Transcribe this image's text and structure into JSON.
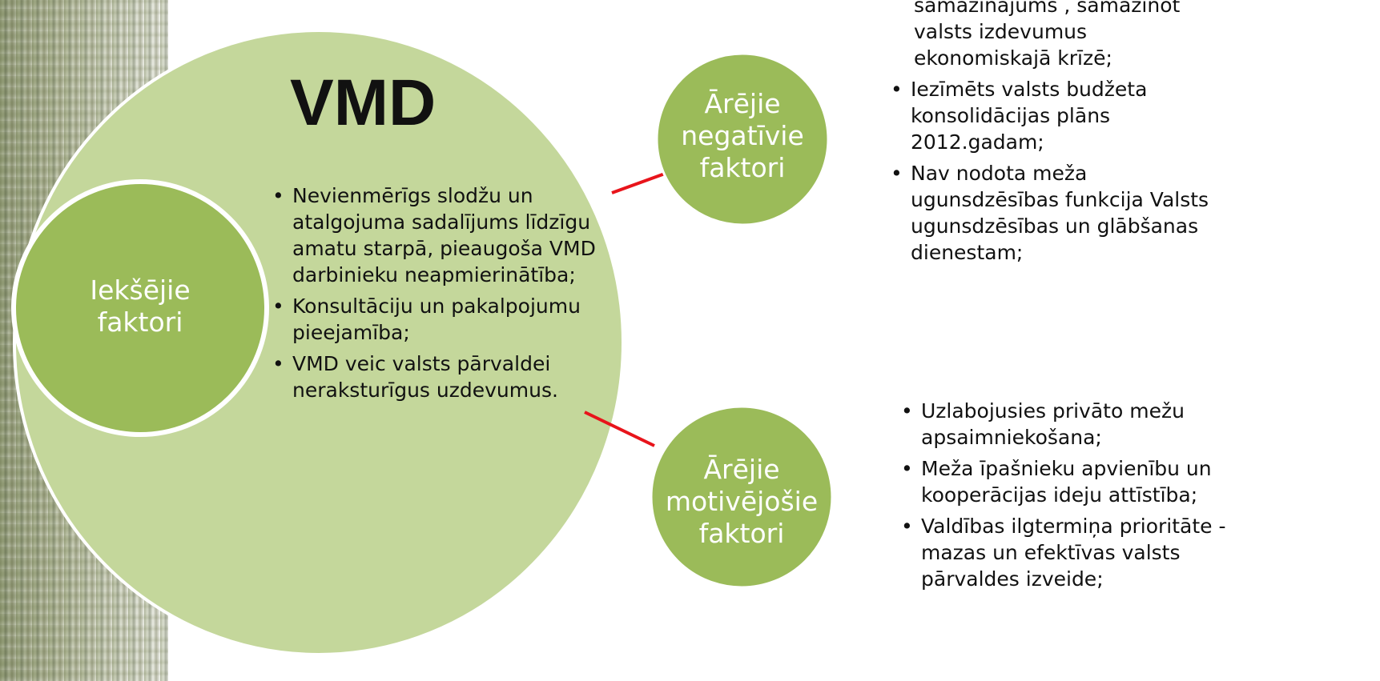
{
  "title": "VMD",
  "inner_circle": {
    "label_lines": [
      "Iekšējie",
      "faktori"
    ]
  },
  "internal_factors": [
    "Nevienmērīgs slodžu un atalgojuma sadalījums līdzīgu amatu starpā, pieaugoša VMD darbinieku neapmierinātība;",
    "Konsultāciju un pakalpojumu pieejamība;",
    "VMD veic valsts pārvaldei neraksturīgus uzdevumus."
  ],
  "negative_circle": {
    "label_lines": [
      "Ārējie",
      "negatīvie",
      "faktori"
    ]
  },
  "negative_factors": [
    "samazinājums , samazinot valsts izdevumus ekonomiskajā krīzē;",
    "Iezīmēts valsts budžeta konsolidācijas plāns 2012.gadam;",
    "Nav nodota meža ugunsdzēsības funkcija Valsts ugunsdzēsības un glābšanas dienestam;"
  ],
  "motivating_circle": {
    "label_lines": [
      "Ārējie",
      "motivējošie",
      "faktori"
    ]
  },
  "motivating_factors": [
    "Uzlabojusies privāto mežu apsaimniekošana;",
    "Meža īpašnieku apvienību un kooperācijas ideju attīstība;",
    "Valdības ilgtermiņa prioritāte - mazas un efektīvas valsts pārvaldes izveide;"
  ],
  "colors": {
    "big_ellipse_fill": "#c4d79b",
    "circle_fill": "#9bbb59",
    "connector": "#e8141b",
    "circle_text": "#ffffff",
    "body_text": "#111111"
  }
}
